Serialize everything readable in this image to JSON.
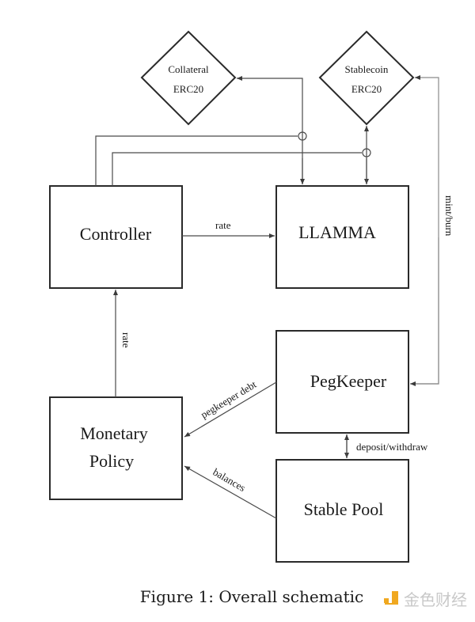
{
  "diagram": {
    "nodes": {
      "collateral": {
        "line1": "Collateral",
        "line2": "ERC20"
      },
      "stablecoin": {
        "line1": "Stablecoin",
        "line2": "ERC20"
      },
      "controller": {
        "label": "Controller"
      },
      "llamma": {
        "label": "LLAMMA"
      },
      "pegkeeper": {
        "label": "PegKeeper"
      },
      "monetary_policy": {
        "line1": "Monetary",
        "line2": "Policy"
      },
      "stable_pool": {
        "label": "Stable Pool"
      }
    },
    "edges": {
      "controller_to_llamma": "rate",
      "policy_to_controller": "rate",
      "mint_burn": "mint/burn",
      "pegkeeper_debt": "pegkeeper debt",
      "deposit_withdraw": "deposit/withdraw",
      "balances": "balances"
    }
  },
  "caption": "Figure 1:  Overall schematic",
  "watermark": {
    "text": "金色财经",
    "accent": "#f0a820"
  }
}
